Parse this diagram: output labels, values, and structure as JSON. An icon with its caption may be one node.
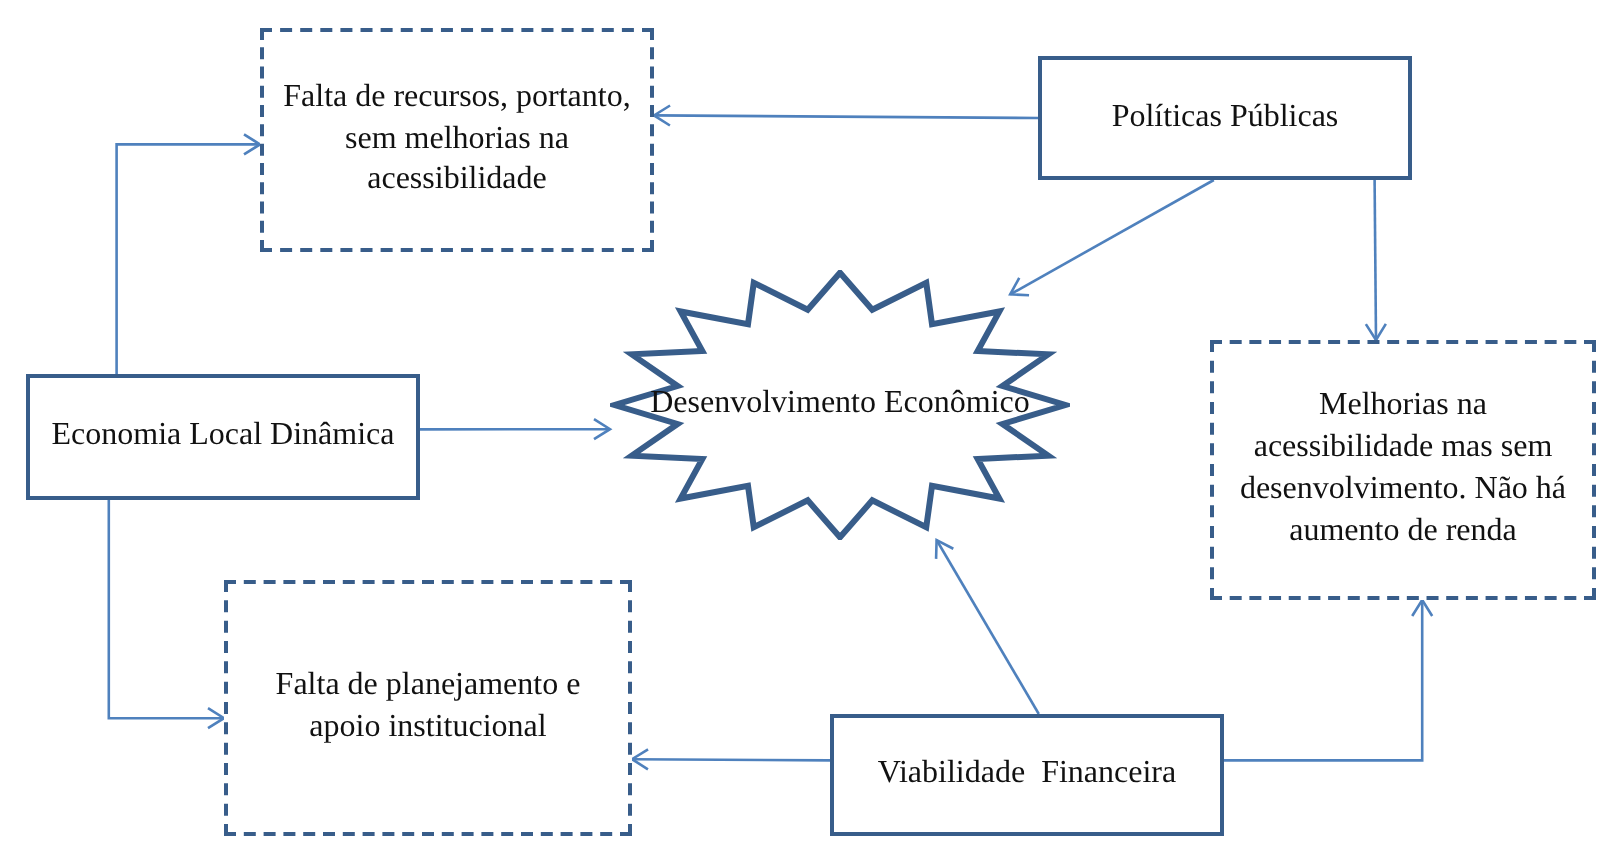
{
  "diagram": {
    "nodes": [
      {
        "text": [
          "Falta de recursos, portanto, sem melhorias na acessibilidade"
        ]
      },
      {
        "text": [
          "Políticas Públicas"
        ]
      },
      {
        "text": [
          "Economia Local Dinâmica"
        ]
      },
      {
        "text": [
          "Desenvolvimento Econômico"
        ]
      },
      {
        "text": [
          "Melhorias na acessibilidade mas sem desenvolvimento. Não há aumento de renda"
        ]
      },
      {
        "text": [
          "Falta de planejamento e apoio institucional"
        ]
      },
      {
        "text": [
          "Viabilidade  Financeira"
        ]
      }
    ],
    "edges": [
      {
        "from": 1,
        "to": 0,
        "arrow": "to"
      },
      {
        "from": 1,
        "to": 3,
        "arrow": "to"
      },
      {
        "from": 1,
        "to": 4,
        "arrow": "to"
      },
      {
        "from": 2,
        "to": 0,
        "arrow": "to"
      },
      {
        "from": 2,
        "to": 3,
        "arrow": "to"
      },
      {
        "from": 2,
        "to": 5,
        "arrow": "to"
      },
      {
        "from": 6,
        "to": 5,
        "arrow": "to"
      },
      {
        "from": 6,
        "to": 3,
        "arrow": "to"
      },
      {
        "from": 6,
        "to": 4,
        "arrow": "to"
      }
    ]
  }
}
